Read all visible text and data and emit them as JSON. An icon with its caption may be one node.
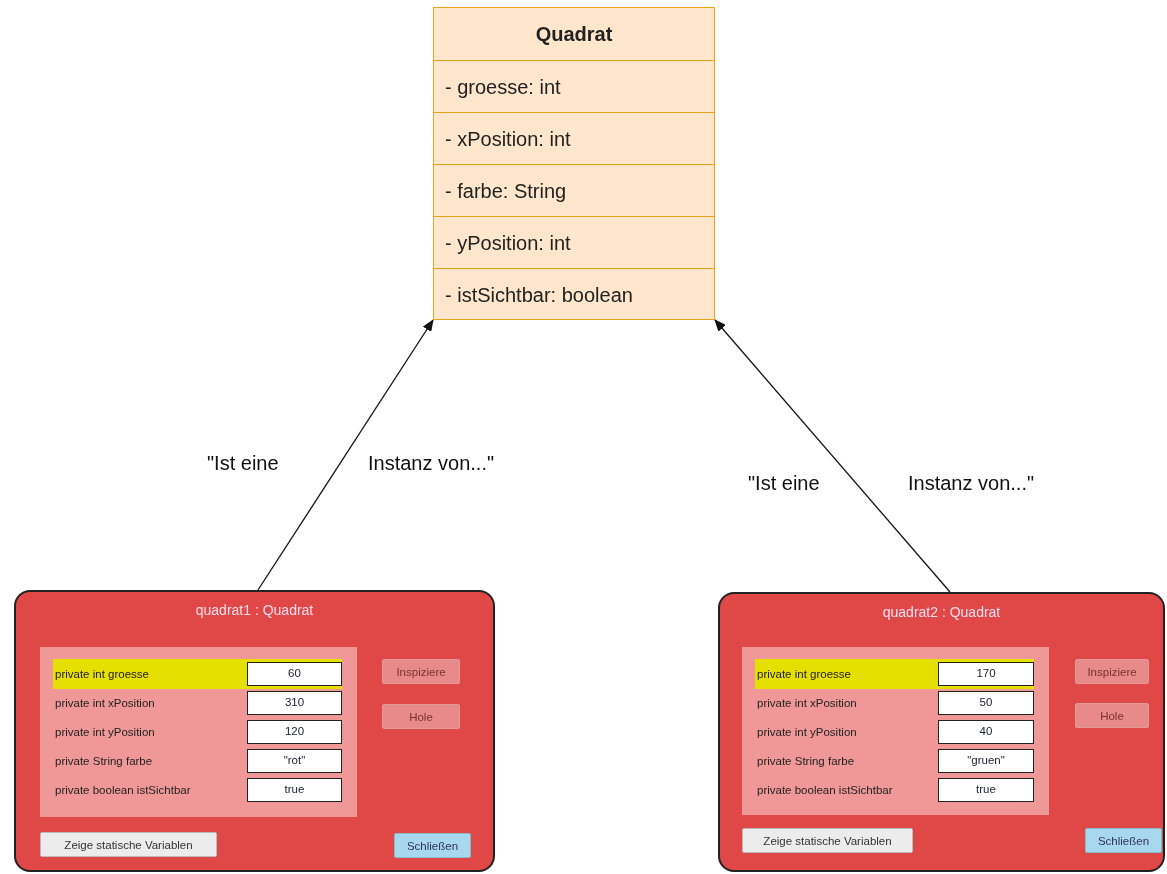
{
  "diagram": {
    "nodes": [
      {
        "text": [
          "Quadrat",
          "- groesse: int",
          "- xPosition: int",
          "- farbe: String",
          "- yPosition: int",
          "- istSichtbar: boolean"
        ]
      },
      {
        "text": [
          "quadrat1 : Quadrat"
        ]
      },
      {
        "text": [
          "private int groesse",
          "60",
          "private int xPosition",
          "310",
          "private int yPosition",
          "120",
          "private String farbe",
          "\"rot\"",
          "private boolean istSichtbar",
          "true"
        ],
        "in": 1
      },
      {
        "text": [
          "Inspiziere"
        ],
        "in": 1
      },
      {
        "text": [
          "Hole"
        ],
        "in": 1
      },
      {
        "text": [
          "Zeige statische Variablen"
        ],
        "in": 1
      },
      {
        "text": [
          "Schließen"
        ],
        "in": 1
      },
      {
        "text": [
          "quadrat2 : Quadrat"
        ]
      },
      {
        "text": [
          "private int groesse",
          "170",
          "private int xPosition",
          "50",
          "private int yPosition",
          "40",
          "private String farbe",
          "\"gruen\"",
          "private boolean istSichtbar",
          "true"
        ],
        "in": 7
      },
      {
        "text": [
          "Inspiziere"
        ],
        "in": 7
      },
      {
        "text": [
          "Hole"
        ],
        "in": 7
      },
      {
        "text": [
          "Zeige statische Variablen"
        ],
        "in": 7
      },
      {
        "text": [
          "Schließen"
        ],
        "in": 7
      }
    ],
    "edges": [
      {
        "from": 1,
        "to": 0,
        "arrow": "to"
      },
      {
        "from": 7,
        "to": 0,
        "arrow": "to"
      }
    ],
    "labels": [
      "\"Ist eine",
      "Instanz von...\"",
      "\"Ist eine",
      "Instanz von...\""
    ]
  }
}
